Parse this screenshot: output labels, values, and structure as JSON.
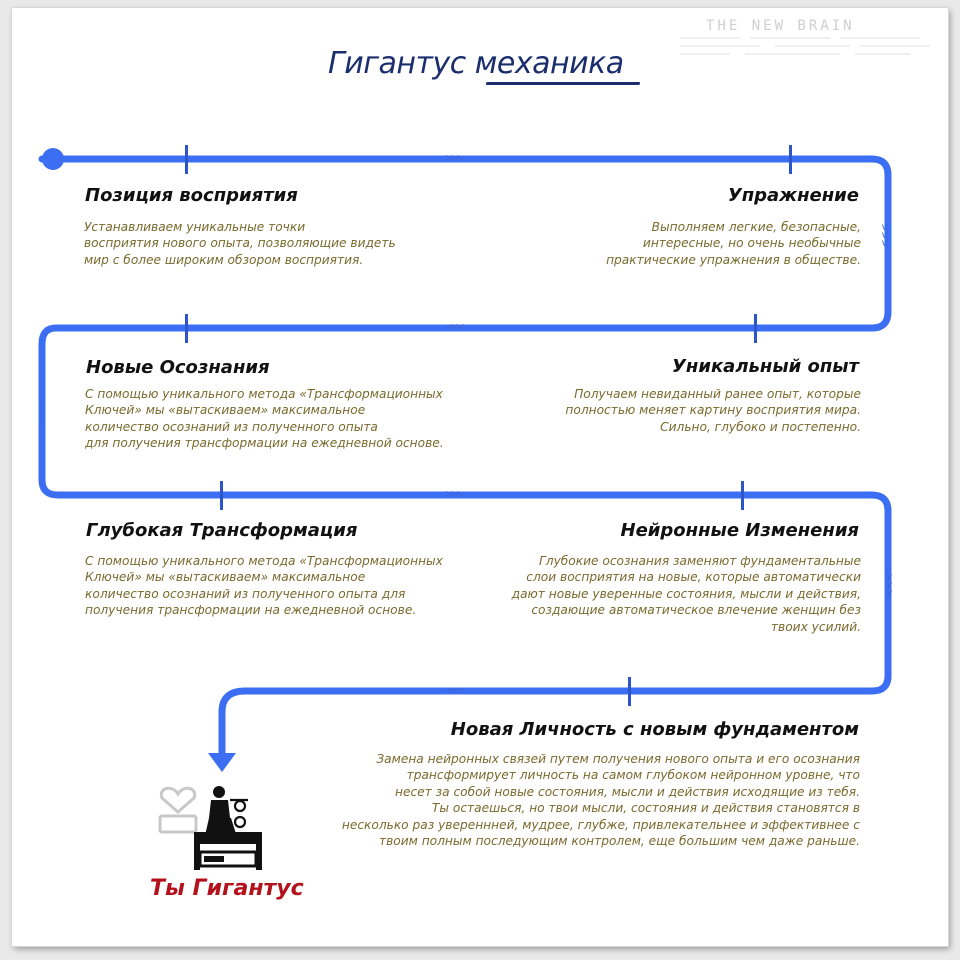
{
  "header": {
    "title": "Гигантус механика"
  },
  "watermark": "THE NEW BRAIN",
  "steps": [
    {
      "title": "Позиция восприятия",
      "desc": "Устанавливаем уникальные точки\nвосприятия нового опыта, позволяющие видеть\nмир с более широким обзором восприятия."
    },
    {
      "title": "Упражнение",
      "desc": "Выполняем легкие, безопасные,\nинтересные, но очень необычные\nпрактические упражнения в обществе."
    },
    {
      "title": "Новые Осознания",
      "desc": "С помощью уникального метода «Трансформационных\nКлючей» мы «вытаскиваем» максимальное\nколичество осознаний из полученного опыта\nдля получения трансформации на ежедневной основе."
    },
    {
      "title": "Уникальный опыт",
      "desc": "Получаем невиданный ранее опыт, которые\nполностью меняет картину восприятия мира.\nСильно, глубоко и постепенно."
    },
    {
      "title": "Глубокая Трансформация",
      "desc": "С помощью уникального метода «Трансформационных\nКлючей» мы «вытаскиваем» максимальное\nколичество осознаний из полученного опыта для\nполучения трансформации на ежедневной основе."
    },
    {
      "title": "Нейронные Изменения",
      "desc": "Глубокие осознания заменяют фундаментальные\nслои восприятия на новые, которые автоматически\nдают новые уверенные состояния, мысли и действия,\nсоздающие автоматическое влечение женщин без\nтвоих усилий."
    },
    {
      "title": "Новая Личность с новым фундаментом",
      "desc": "Замена нейронных связей путем получения нового опыта и его осознания\nтрансформирует личность на самом глубоком нейронном уровне, что\nнесет за собой новые состояния, мысли и действия исходящие из тебя.\nТы остаешься, но твои мысли, состояния и действия становятся в\nнесколько раз увереннней, мудрее, глубже, привлекательнее и эффективнее с\nтвоим полным последующим контролем, еще большим чем даже раньше."
    }
  ],
  "chevrons": {
    "right": ">>>",
    "left": "<<<",
    "down": "v v v"
  },
  "goal": {
    "label": "Ты Гигантус"
  },
  "colors": {
    "path": "#3b6ef2",
    "title": "#1a2e6e",
    "desc": "#7a6a2e",
    "goal": "#b3121c"
  },
  "icons": [
    "person-at-desk-icon",
    "heart-icon",
    "gear-icon"
  ]
}
